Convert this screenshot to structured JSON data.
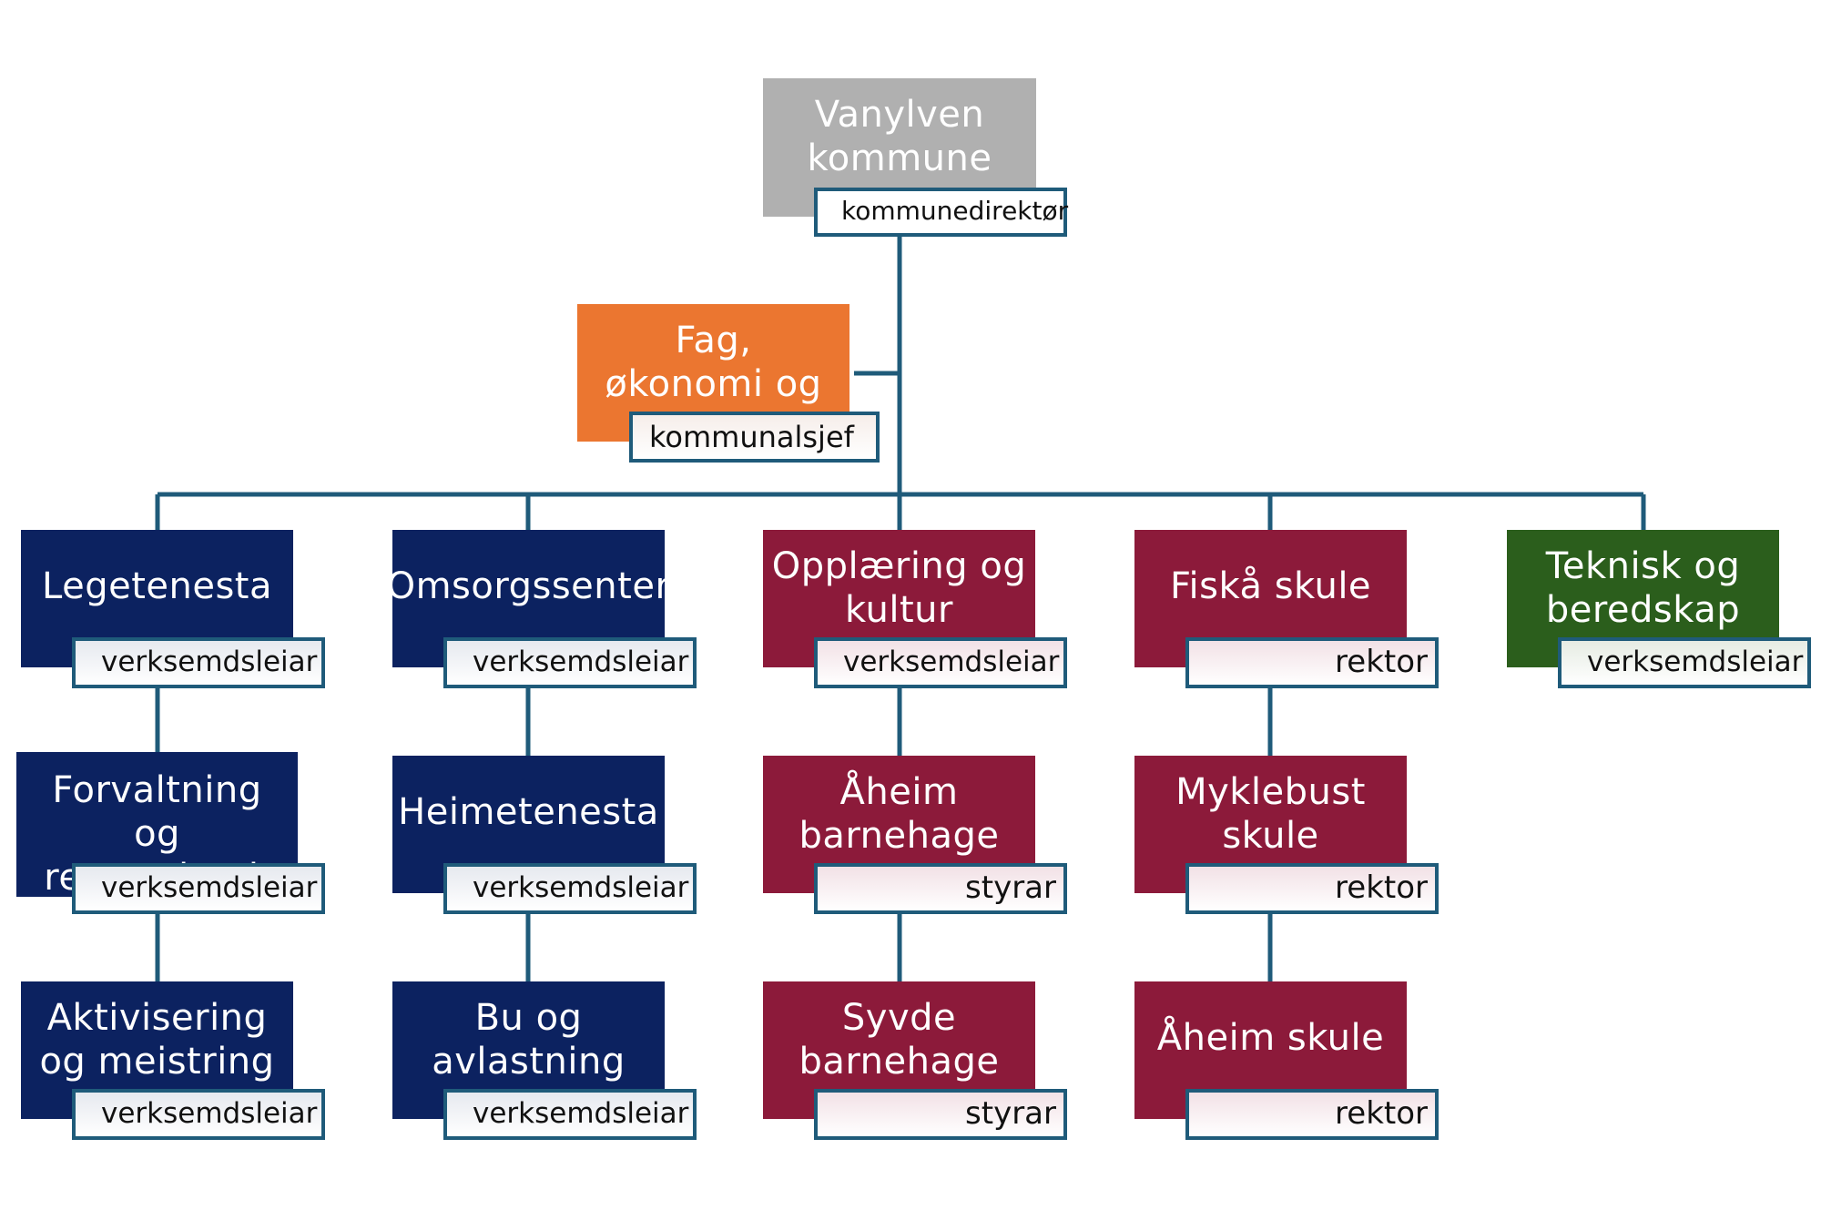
{
  "colors": {
    "navy": "#0c2260",
    "crimson": "#8c1a3a",
    "green": "#2b5e1c",
    "orange": "#eb7630",
    "grey": "#b0b0b0",
    "line": "#1f5b7a"
  },
  "top": {
    "title": "Vanylven kommune",
    "role": "kommunedirektør"
  },
  "staff": {
    "title": "Fag, økonomi og utvikling",
    "role": "kommunalsjef"
  },
  "columns": [
    {
      "units": [
        {
          "title": "Legetenesta",
          "role": "verksemdsleiar"
        },
        {
          "title": "Forvaltning og ressursbank",
          "role": "verksemdsleiar"
        },
        {
          "title": "Aktivisering og meistring",
          "role": "verksemdsleiar"
        }
      ]
    },
    {
      "units": [
        {
          "title": "Omsorgssenter",
          "role": "verksemdsleiar"
        },
        {
          "title": "Heimetenesta",
          "role": "verksemdsleiar"
        },
        {
          "title": "Bu og avlastning",
          "role": "verksemdsleiar"
        }
      ]
    },
    {
      "units": [
        {
          "title": "Opplæring og kultur",
          "role": "verksemdsleiar"
        },
        {
          "title": "Åheim barnehage",
          "role": "styrar"
        },
        {
          "title": "Syvde barnehage",
          "role": "styrar"
        }
      ]
    },
    {
      "units": [
        {
          "title": "Fiskå skule",
          "role": "rektor"
        },
        {
          "title": "Myklebust skule",
          "role": "rektor"
        },
        {
          "title": "Åheim skule",
          "role": "rektor"
        }
      ]
    },
    {
      "units": [
        {
          "title": "Teknisk og beredskap",
          "role": "verksemdsleiar"
        }
      ]
    }
  ]
}
